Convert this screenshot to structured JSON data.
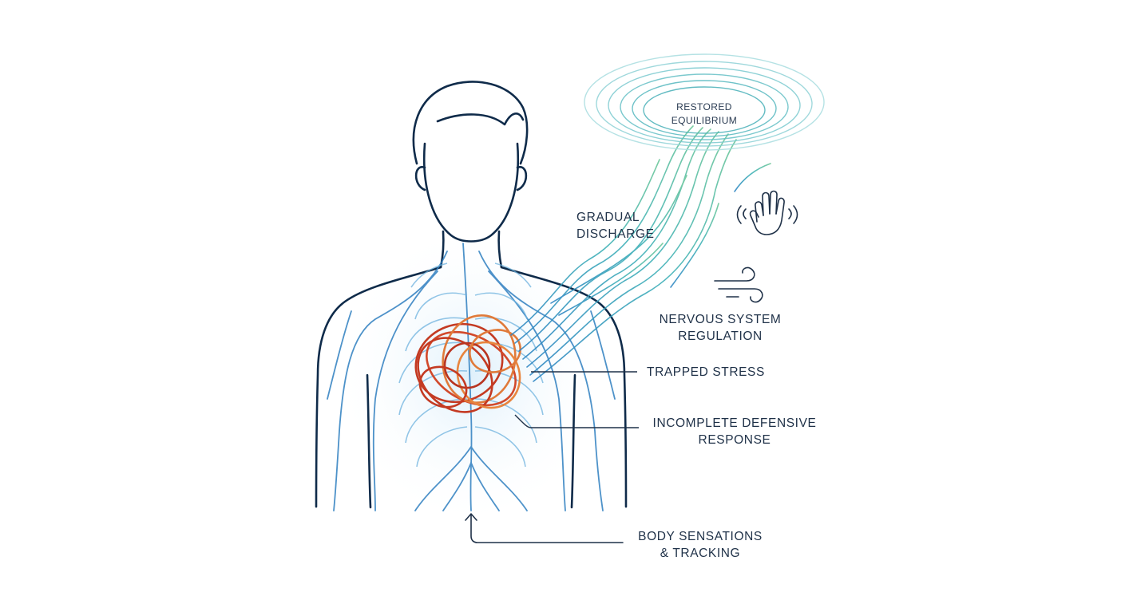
{
  "labels": {
    "restored": {
      "line1": "RESTORED",
      "line2": "EQUILIBRIUM"
    },
    "gradual": {
      "line1": "GRADUAL",
      "line2": "DISCHARGE"
    },
    "regulation": {
      "line1": "NERVOUS SYSTEM",
      "line2": "REGULATION"
    },
    "trapped": {
      "line1": "TRAPPED STRESS"
    },
    "incomplete": {
      "line1": "INCOMPLETE DEFENSIVE",
      "line2": "RESPONSE"
    },
    "tracking": {
      "line1": "BODY SENSATIONS",
      "line2": "& TRACKING"
    }
  },
  "icons": [
    "hand-icon",
    "breath-icon",
    "arrow-up-icon"
  ],
  "colors": {
    "outline": "#0f2b4a",
    "nerves": "#2f7fc0",
    "knot_red": "#c43a22",
    "knot_orange": "#e07a3a",
    "flow_teal": "#3fb1b8",
    "flow_green": "#5cb98a"
  }
}
